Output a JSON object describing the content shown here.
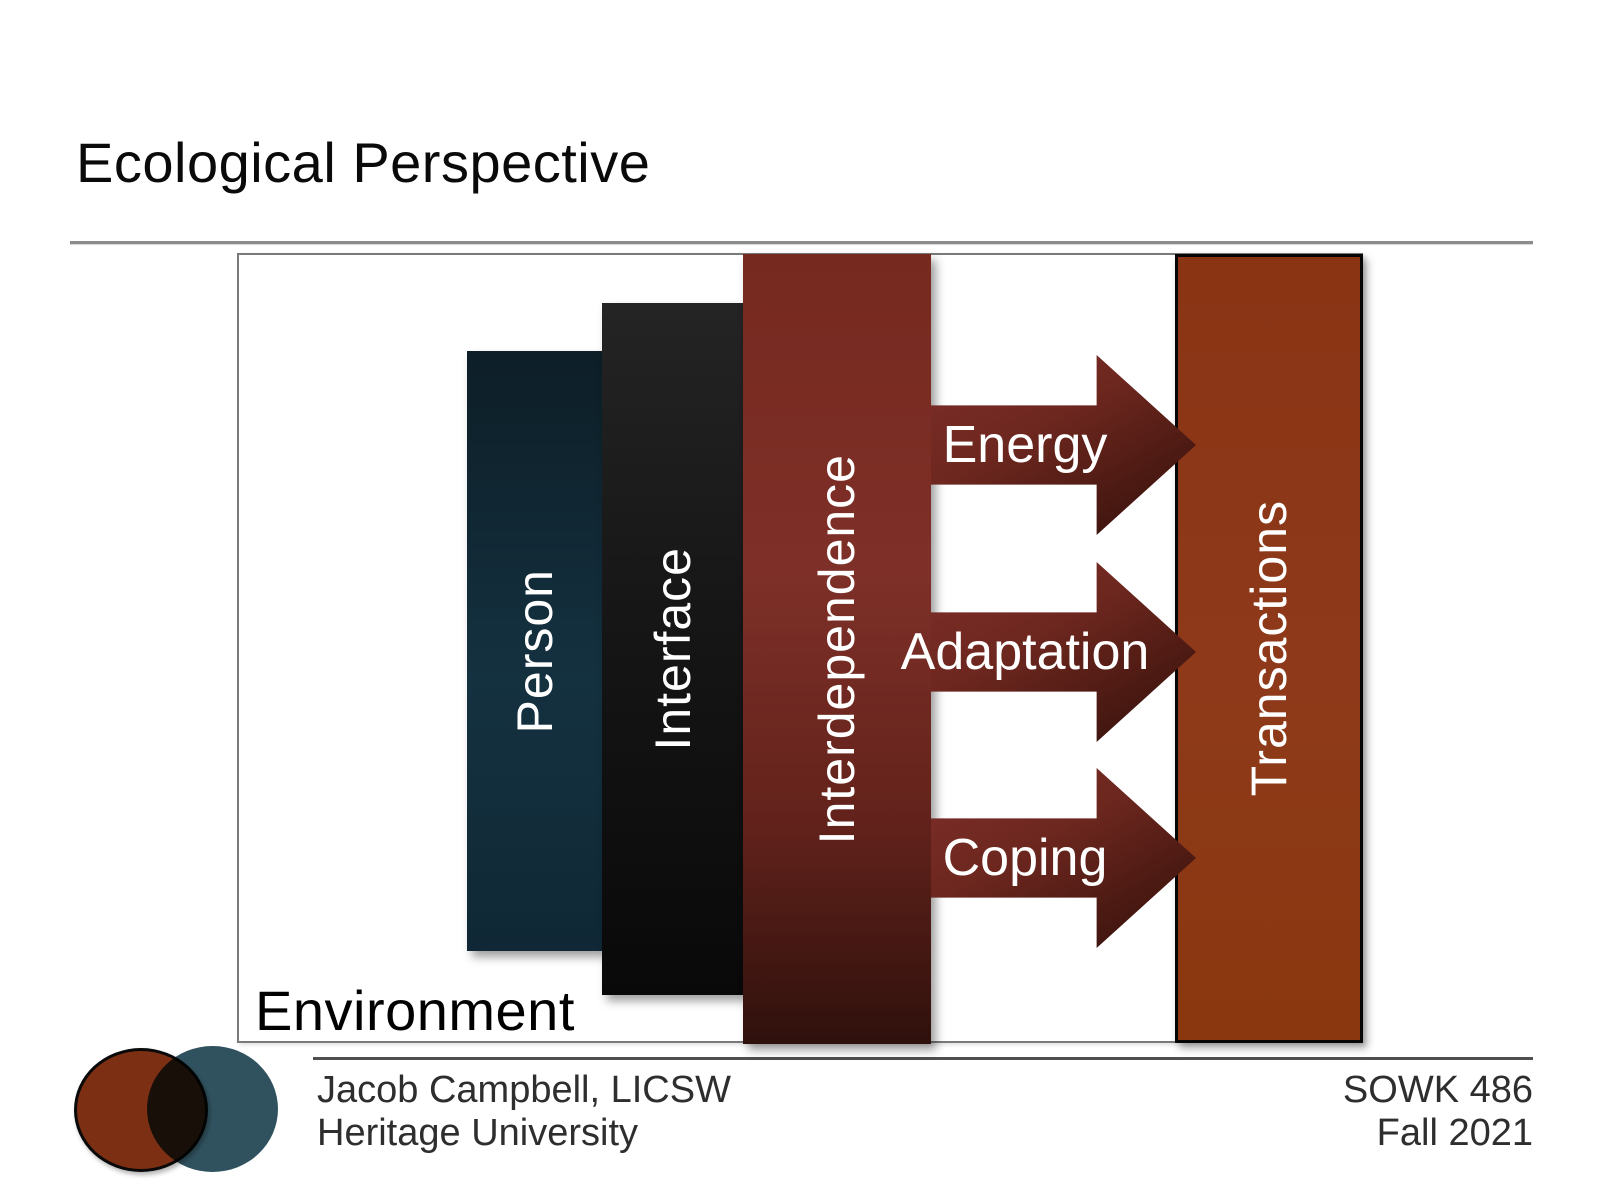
{
  "title": "Ecological Perspective",
  "diagram": {
    "environment_label": "Environment",
    "bars": [
      {
        "id": "person",
        "label": "Person"
      },
      {
        "id": "interface",
        "label": "Interface"
      },
      {
        "id": "interdependence",
        "label": "Interdependence"
      },
      {
        "id": "transactions",
        "label": "Transactions"
      }
    ],
    "arrows": [
      {
        "id": "energy",
        "label": "Energy"
      },
      {
        "id": "adaptation",
        "label": "Adaptation"
      },
      {
        "id": "coping",
        "label": "Coping"
      }
    ]
  },
  "footer": {
    "author": "Jacob Campbell, LICSW",
    "institution": "Heritage University",
    "course": "SOWK 486",
    "term": "Fall 2021"
  },
  "colors": {
    "person_bar": "#143140",
    "interface_bar": "#161616",
    "interdependence_bar": "#7e3028",
    "transactions_bar": "#8a3414",
    "arrow": "#6d271f",
    "environment_border": "#7a7a7a",
    "logo_left_circle": "#7c2f13",
    "logo_right_circle": "#30525f",
    "footer_text": "#2e2e2e",
    "bar_text": "#ffffff"
  }
}
